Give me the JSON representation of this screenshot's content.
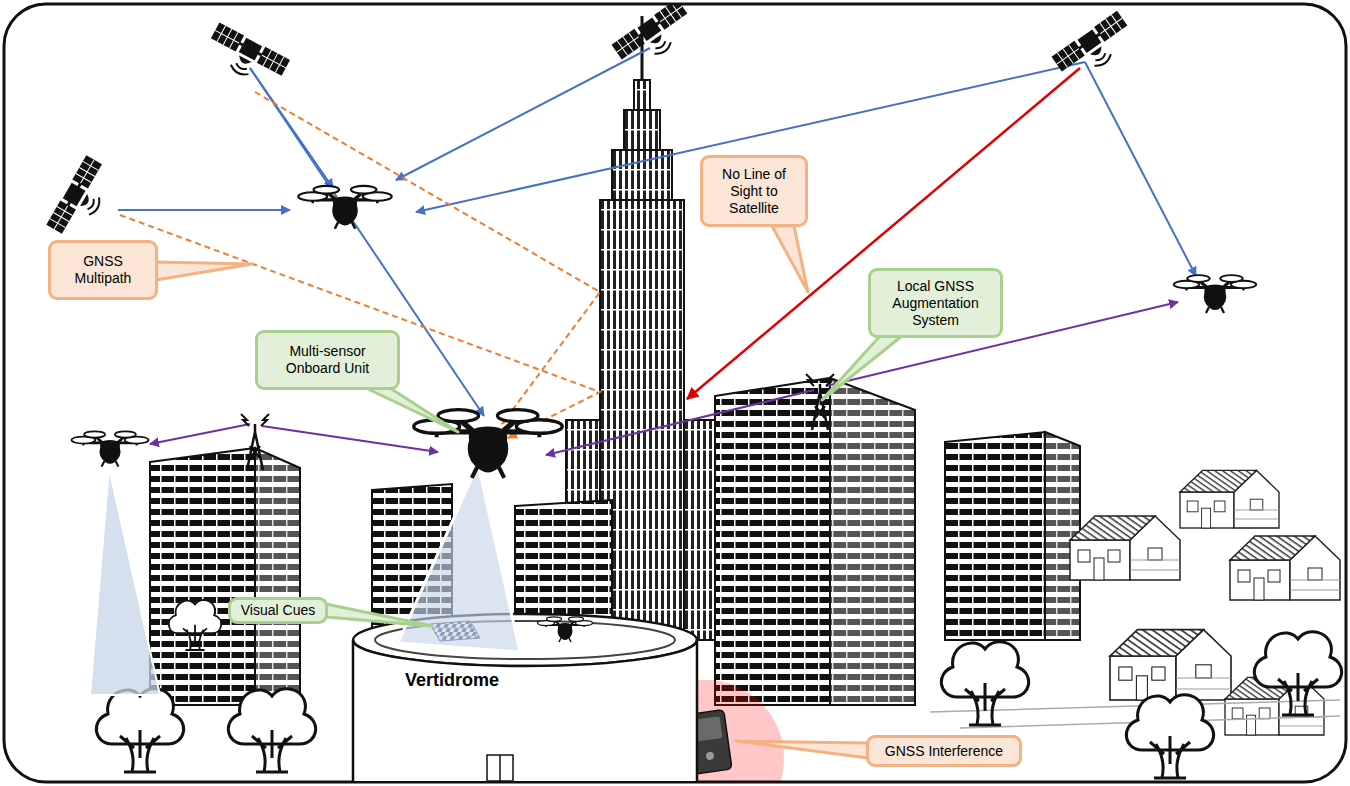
{
  "diagram": {
    "nodes": [
      {
        "text": [
          "No Line of Sight to Satellite"
        ]
      },
      {
        "text": [
          "GNSS Multipath"
        ]
      },
      {
        "text": [
          "Local GNSS Augmentation System"
        ]
      },
      {
        "text": [
          "Multi-sensor Onboard Unit"
        ]
      },
      {
        "text": [
          "Visual Cues"
        ]
      },
      {
        "text": [
          "Vertidrome"
        ]
      },
      {
        "text": [
          "GNSS Interference"
        ]
      }
    ]
  }
}
